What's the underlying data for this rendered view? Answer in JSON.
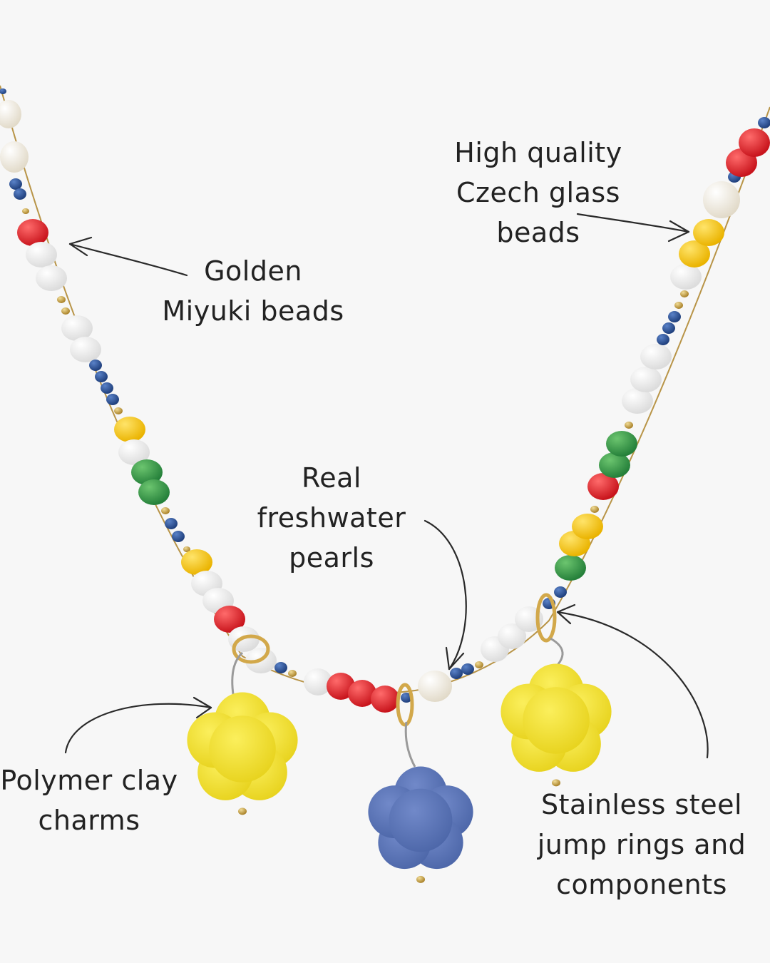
{
  "annotations": {
    "golden": {
      "line1": "Golden",
      "line2": "Miyuki beads"
    },
    "czech": {
      "line1": "High quality",
      "line2": "Czech glass",
      "line3": "beads"
    },
    "pearls": {
      "line1": "Real",
      "line2": "freshwater",
      "line3": "pearls"
    },
    "clay": {
      "line1": "Polymer clay",
      "line2": "charms"
    },
    "steel": {
      "line1": "Stainless steel",
      "line2": "jump rings and",
      "line3": "components"
    }
  },
  "colors": {
    "background": "#f7f7f7",
    "ink": "#222222",
    "bead_red": "#d8232a",
    "bead_white": "#ffffff",
    "bead_blue": "#2f5597",
    "bead_yellow": "#f6c813",
    "bead_green": "#3a9a45",
    "bead_gold": "#c9a54a",
    "pearl": "#f3efe6",
    "charm_yellow": "#f5e33a",
    "charm_blue": "#5b74b7",
    "ring": "#d2a84a"
  },
  "icons": {
    "charm": "flower-icon",
    "arrow": "hand-drawn-arrow-icon"
  }
}
